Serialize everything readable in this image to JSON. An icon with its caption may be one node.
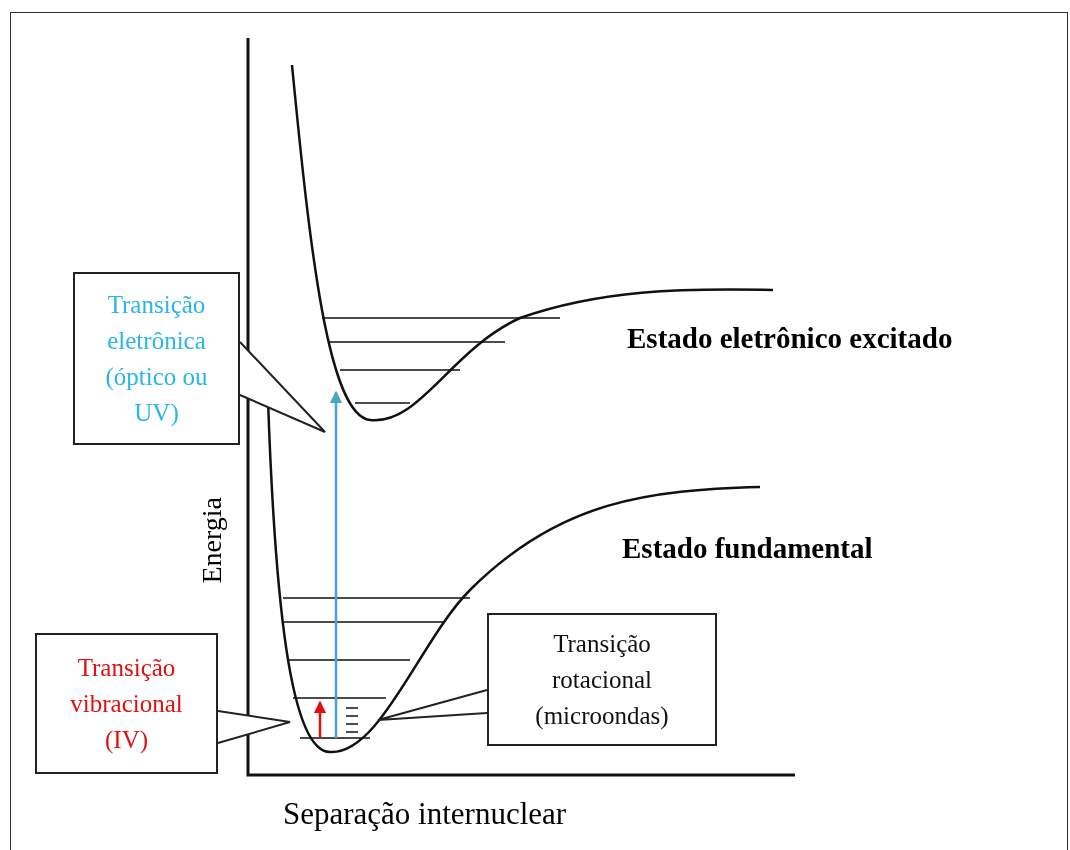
{
  "diagram": {
    "nodes": [
      {
        "text": [
          "Transição eletrônica (óptico ou UV)"
        ]
      },
      {
        "text": [
          "Transição vibracional (IV)"
        ]
      },
      {
        "text": [
          "Transição rotacional (microondas)"
        ]
      }
    ],
    "labels": [
      "Estado eletrônico excitado",
      "Energia",
      "Estado fundamental",
      "Separação internuclear"
    ]
  }
}
